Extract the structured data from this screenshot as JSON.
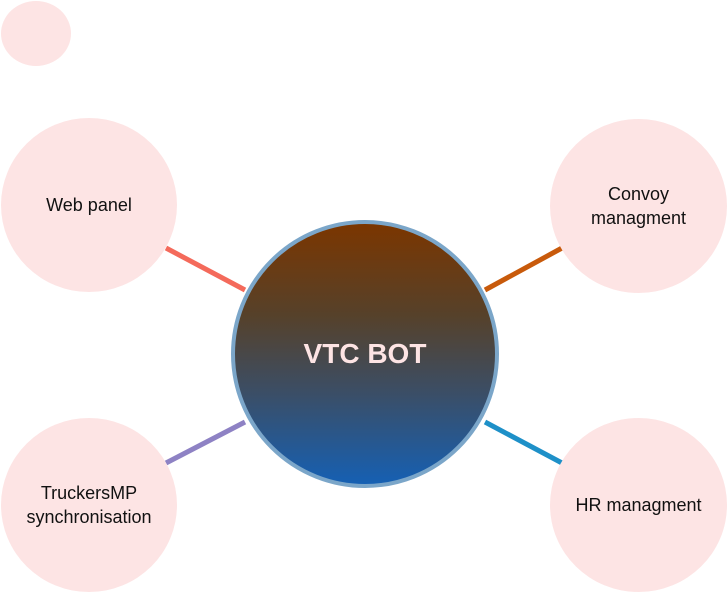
{
  "center": {
    "label": "VTC BOT"
  },
  "nodes": {
    "web_panel": {
      "label": "Web panel",
      "line_color": "#f46a5b"
    },
    "convoy": {
      "label": "Convoy\nmanagment",
      "line_color": "#c85a0b"
    },
    "truckersmp": {
      "label": "TruckersMP\nsynchronisation",
      "line_color": "#8e82c4"
    },
    "hr": {
      "label": "HR managment",
      "line_color": "#1e90c8"
    }
  },
  "colors": {
    "node_fill": "#fde4e4",
    "center_border": "#7ba6c9",
    "center_gradient_top": "#7b3600",
    "center_gradient_bottom": "#1660b3"
  }
}
